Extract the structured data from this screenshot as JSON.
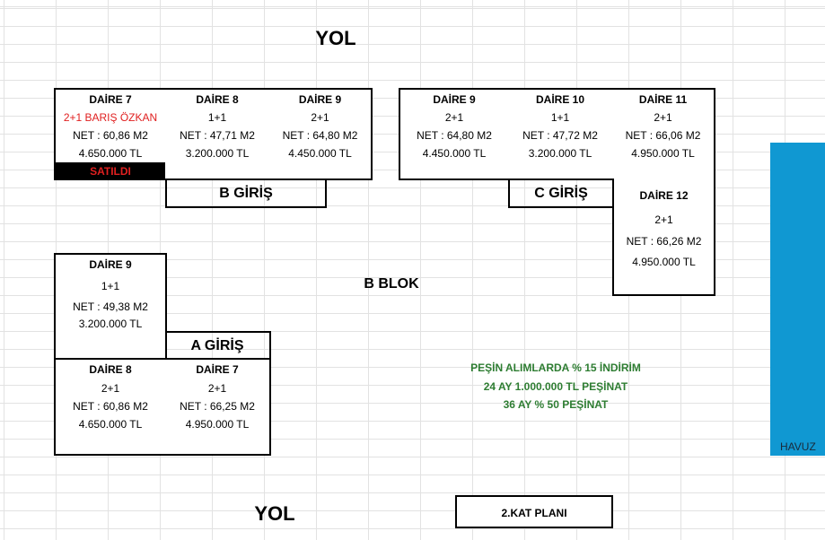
{
  "title_top": "YOL",
  "title_bottom": "YOL",
  "block_label": "B BLOK",
  "floor_plan_label": "2.KAT PLANI",
  "pool_label": "HAVUZ",
  "entrances": {
    "b": "B GİRİŞ",
    "c": "C GİRİŞ",
    "a": "A GİRİŞ"
  },
  "sold_label": "SATILDI",
  "promo": [
    "PEŞİN ALIMLARDA % 15 İNDİRİM",
    "24 AY 1.000.000 TL PEŞİNAT",
    "36 AY  % 50  PEŞİNAT"
  ],
  "units": {
    "b_d7": {
      "name": "DAİRE 7",
      "type": "2+1 BARIŞ ÖZKAN",
      "area": "NET : 60,86 M2",
      "price": "4.650.000 TL"
    },
    "b_d8": {
      "name": "DAİRE 8",
      "type": "1+1",
      "area": "NET : 47,71 M2",
      "price": "3.200.000 TL"
    },
    "b_d9": {
      "name": "DAİRE 9",
      "type": "2+1",
      "area": "NET : 64,80 M2",
      "price": "4.450.000 TL"
    },
    "c_d9": {
      "name": "DAİRE 9",
      "type": "2+1",
      "area": "NET : 64,80 M2",
      "price": "4.450.000 TL"
    },
    "c_d10": {
      "name": "DAİRE 10",
      "type": "1+1",
      "area": "NET : 47,72 M2",
      "price": "3.200.000 TL"
    },
    "c_d11": {
      "name": "DAİRE 11",
      "type": "2+1",
      "area": "NET : 66,06 M2",
      "price": "4.950.000 TL"
    },
    "c_d12": {
      "name": "DAİRE 12",
      "type": "2+1",
      "area": "NET : 66,26 M2",
      "price": "4.950.000 TL"
    },
    "a_d9": {
      "name": "DAİRE 9",
      "type": "1+1",
      "area": "NET : 49,38 M2",
      "price": "3.200.000 TL"
    },
    "a_d8": {
      "name": "DAİRE 8",
      "type": "2+1",
      "area": "NET : 60,86 M2",
      "price": "4.650.000 TL"
    },
    "a_d7": {
      "name": "DAİRE 7",
      "type": "2+1",
      "area": "NET : 66,25 M2",
      "price": "4.950.000 TL"
    }
  }
}
